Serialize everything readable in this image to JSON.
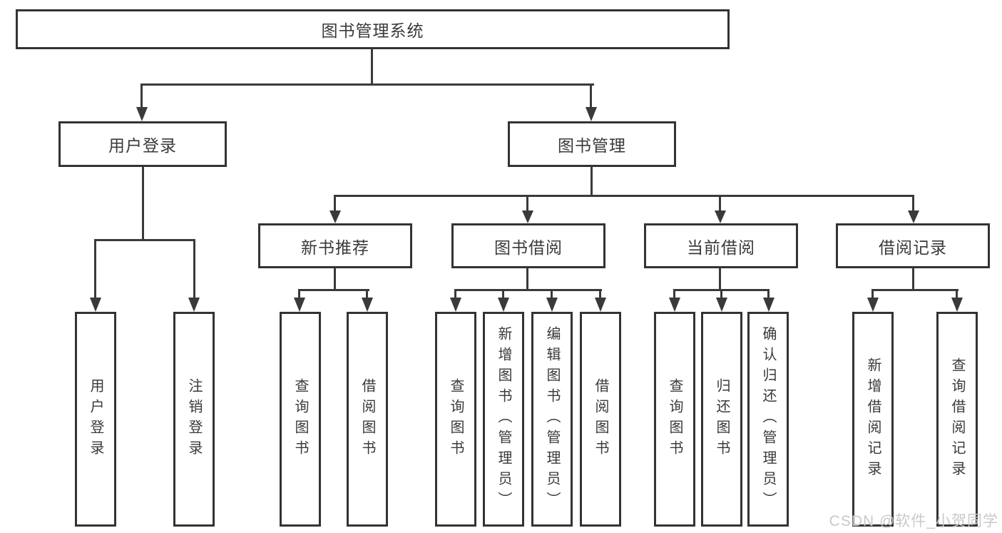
{
  "diagram": {
    "root": {
      "label": "图书管理系统"
    },
    "level2": [
      {
        "label": "用户登录"
      },
      {
        "label": "图书管理"
      }
    ],
    "level3": [
      {
        "label": "新书推荐",
        "parent": "图书管理"
      },
      {
        "label": "图书借阅",
        "parent": "图书管理"
      },
      {
        "label": "当前借阅",
        "parent": "图书管理"
      },
      {
        "label": "借阅记录",
        "parent": "图书管理"
      }
    ],
    "leaves": [
      {
        "label": "用户登录",
        "parent": "用户登录"
      },
      {
        "label": "注销登录",
        "parent": "用户登录"
      },
      {
        "label": "查询图书",
        "parent": "新书推荐"
      },
      {
        "label": "借阅图书",
        "parent": "新书推荐"
      },
      {
        "label": "查询图书",
        "parent": "图书借阅"
      },
      {
        "label": "新增图书（管理员）",
        "parent": "图书借阅"
      },
      {
        "label": "编辑图书（管理员）",
        "parent": "图书借阅"
      },
      {
        "label": "借阅图书",
        "parent": "图书借阅"
      },
      {
        "label": "查询图书",
        "parent": "当前借阅"
      },
      {
        "label": "归还图书",
        "parent": "当前借阅"
      },
      {
        "label": "确认归还（管理员）",
        "parent": "当前借阅"
      },
      {
        "label": "新增借阅记录",
        "parent": "借阅记录"
      },
      {
        "label": "查询借阅记录",
        "parent": "借阅记录"
      }
    ]
  },
  "watermark": {
    "text": "CSDN @软件_小贺同学"
  },
  "colors": {
    "line": "#3a3a3a",
    "border": "#333333",
    "text": "#3a3a3a",
    "background": "#ffffff",
    "watermark": "#c9c9c9"
  }
}
